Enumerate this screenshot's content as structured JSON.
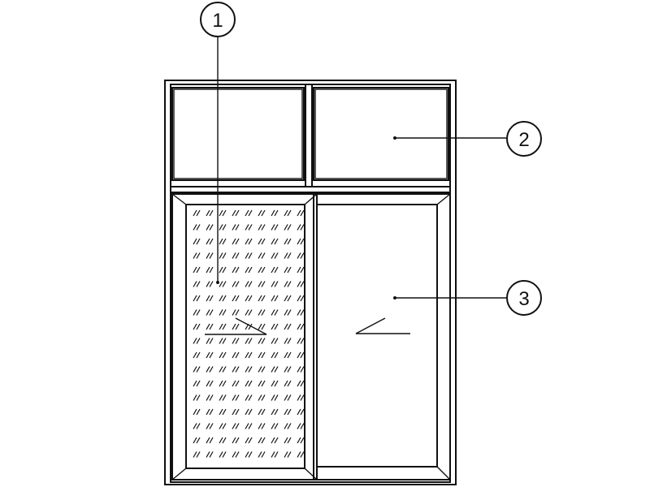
{
  "diagram": {
    "callouts": [
      {
        "id": "callout-1",
        "label": "1"
      },
      {
        "id": "callout-2",
        "label": "2"
      },
      {
        "id": "callout-3",
        "label": "3"
      }
    ],
    "line_color": "#111111",
    "background": "#ffffff"
  }
}
